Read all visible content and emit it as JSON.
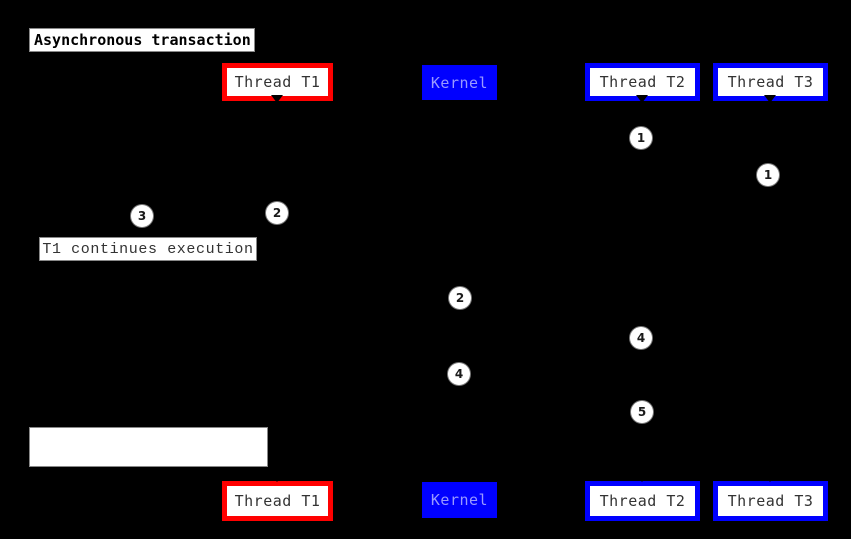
{
  "title": {
    "text": "Asynchronous transaction"
  },
  "actors": {
    "t1": "Thread T1",
    "kernel": "Kernel",
    "t2": "Thread T2",
    "t3": "Thread T3"
  },
  "notes": {
    "t1_continues": "T1 continues execution",
    "empty_note": ""
  },
  "markers": [
    {
      "label": "1"
    },
    {
      "label": "1"
    },
    {
      "label": "2"
    },
    {
      "label": "3"
    },
    {
      "label": "2"
    },
    {
      "label": "4"
    },
    {
      "label": "4"
    },
    {
      "label": "5"
    }
  ],
  "colors": {
    "background": "#000000",
    "t1_border": "#ff0000",
    "thread_border": "#0000ff",
    "kernel_fill": "#0000ff",
    "kernel_text": "#9999ff",
    "note_fill": "#ffffff",
    "label_text": "#333333"
  }
}
